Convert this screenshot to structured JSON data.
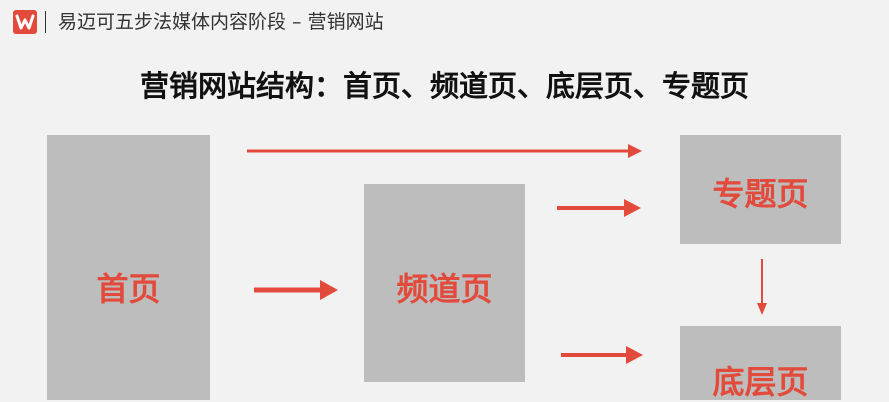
{
  "header": {
    "title": "易迈可五步法媒体内容阶段 – 营销网站",
    "logo_icon": "w-logo-icon"
  },
  "main_title": "营销网站结构：首页、频道页、底层页、专题页",
  "boxes": {
    "home": "首页",
    "channel": "频道页",
    "topic": "专题页",
    "bottom": "底层页"
  },
  "colors": {
    "accent": "#e24a3b",
    "box_fill": "#bdbdbd",
    "background": "#f2f2f2"
  }
}
